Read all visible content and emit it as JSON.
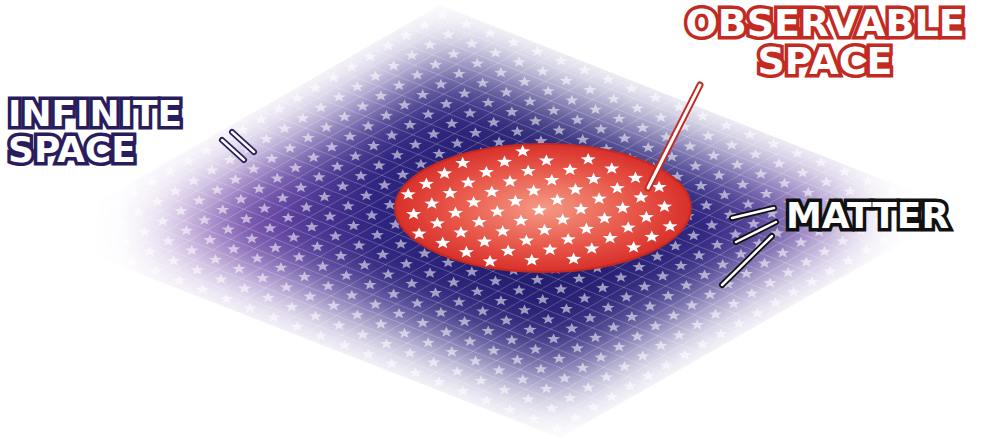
{
  "diagram": {
    "labels": [
      "INFINITE SPACE",
      "OBSERVABLE SPACE",
      "MATTER"
    ]
  }
}
